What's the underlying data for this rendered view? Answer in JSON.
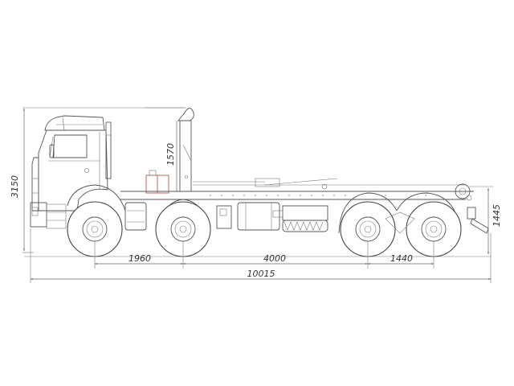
{
  "drawing": {
    "subject": "8x4 hook-lift truck chassis side view",
    "dimensions": {
      "overall_height": "3150",
      "hook_height": "1570",
      "rear_hitch_height": "1445",
      "axle_spacing_front": "1960",
      "wheelbase_middle": "4000",
      "axle_spacing_rear": "1440",
      "overall_length": "10015"
    }
  }
}
